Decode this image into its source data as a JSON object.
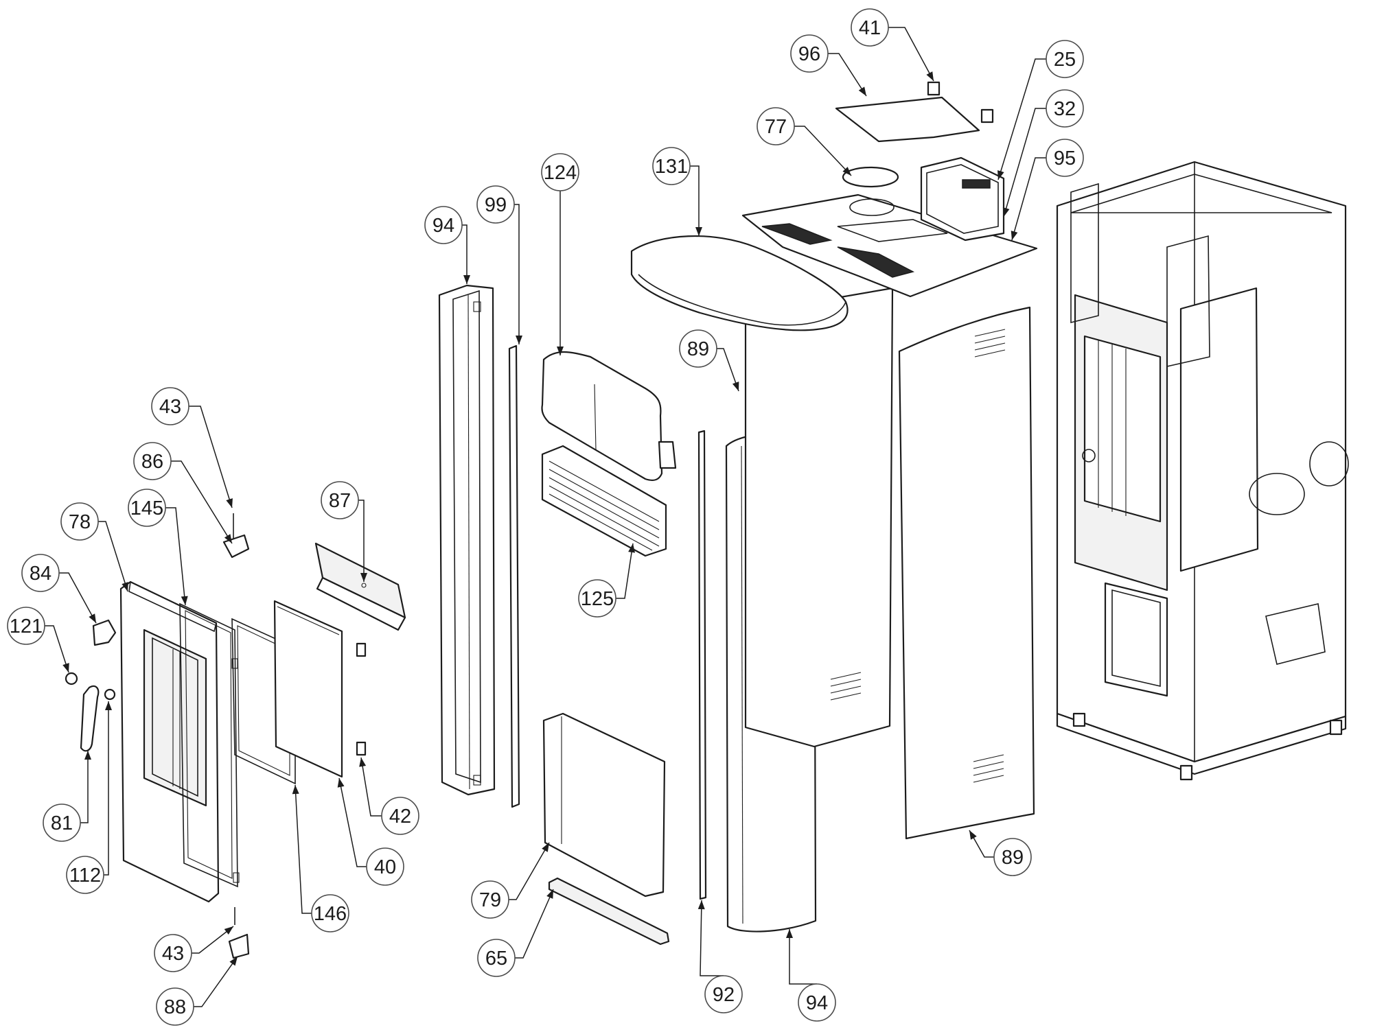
{
  "callouts": [
    {
      "label": "41"
    },
    {
      "label": "96"
    },
    {
      "label": "25"
    },
    {
      "label": "32"
    },
    {
      "label": "77"
    },
    {
      "label": "95"
    },
    {
      "label": "131"
    },
    {
      "label": "124"
    },
    {
      "label": "99"
    },
    {
      "label": "94"
    },
    {
      "label": "89"
    },
    {
      "label": "43"
    },
    {
      "label": "86"
    },
    {
      "label": "87"
    },
    {
      "label": "145"
    },
    {
      "label": "78"
    },
    {
      "label": "84"
    },
    {
      "label": "121"
    },
    {
      "label": "125"
    },
    {
      "label": "42"
    },
    {
      "label": "81"
    },
    {
      "label": "112"
    },
    {
      "label": "40"
    },
    {
      "label": "146"
    },
    {
      "label": "79"
    },
    {
      "label": "65"
    },
    {
      "label": "43"
    },
    {
      "label": "88"
    },
    {
      "label": "92"
    },
    {
      "label": "94"
    },
    {
      "label": "89"
    }
  ]
}
